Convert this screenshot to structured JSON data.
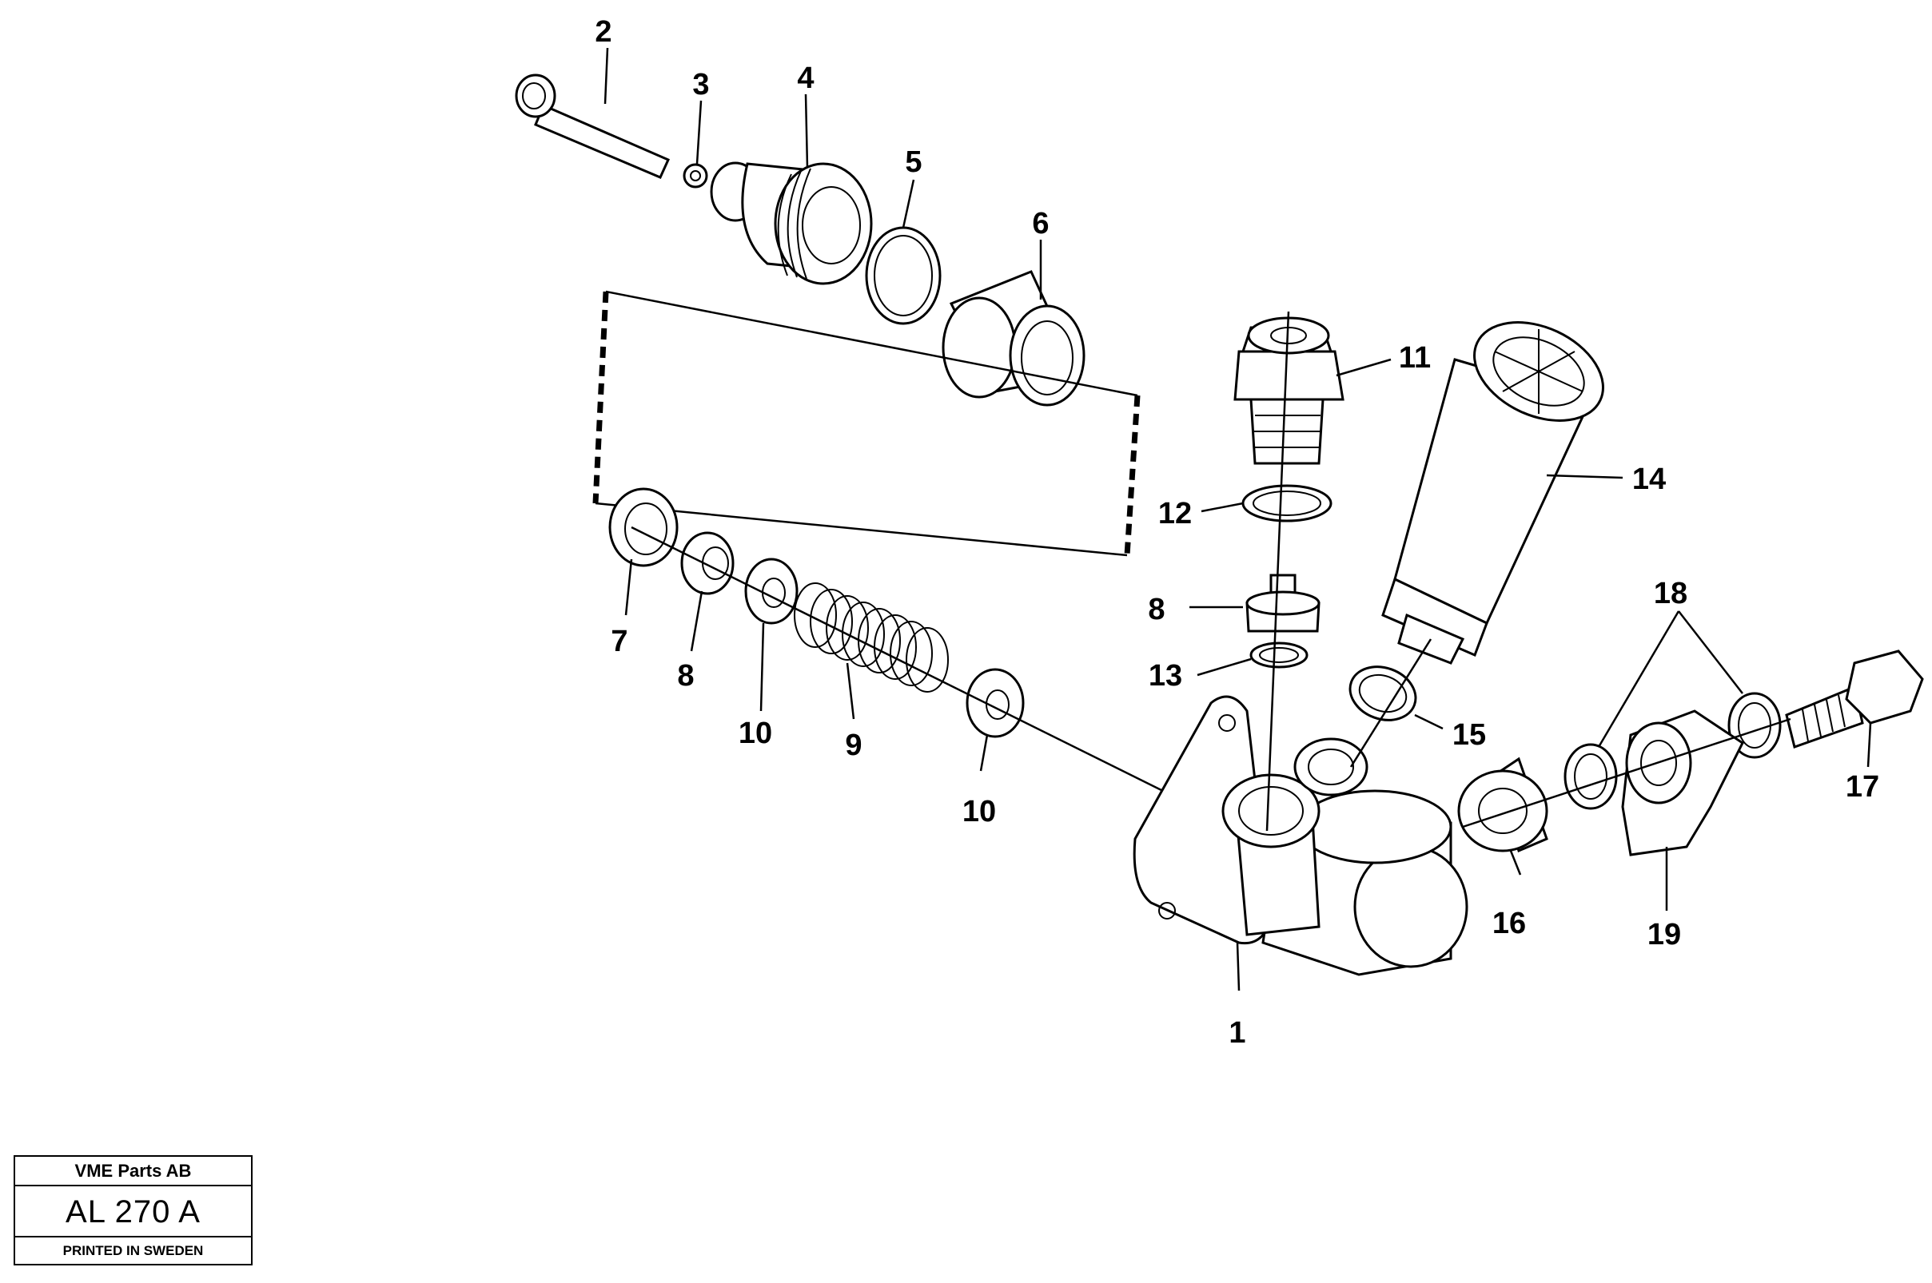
{
  "callouts": {
    "c1": "1",
    "c2": "2",
    "c3": "3",
    "c4": "4",
    "c5": "5",
    "c6": "6",
    "c7": "7",
    "c8a": "8",
    "c8b": "8",
    "c9": "9",
    "c10a": "10",
    "c10b": "10",
    "c11": "11",
    "c12": "12",
    "c13": "13",
    "c14": "14",
    "c15": "15",
    "c16": "16",
    "c17": "17",
    "c18": "18",
    "c19": "19"
  },
  "stamp": {
    "company": "VME Parts AB",
    "code": "AL 270 A",
    "printed": "PRINTED IN SWEDEN"
  }
}
